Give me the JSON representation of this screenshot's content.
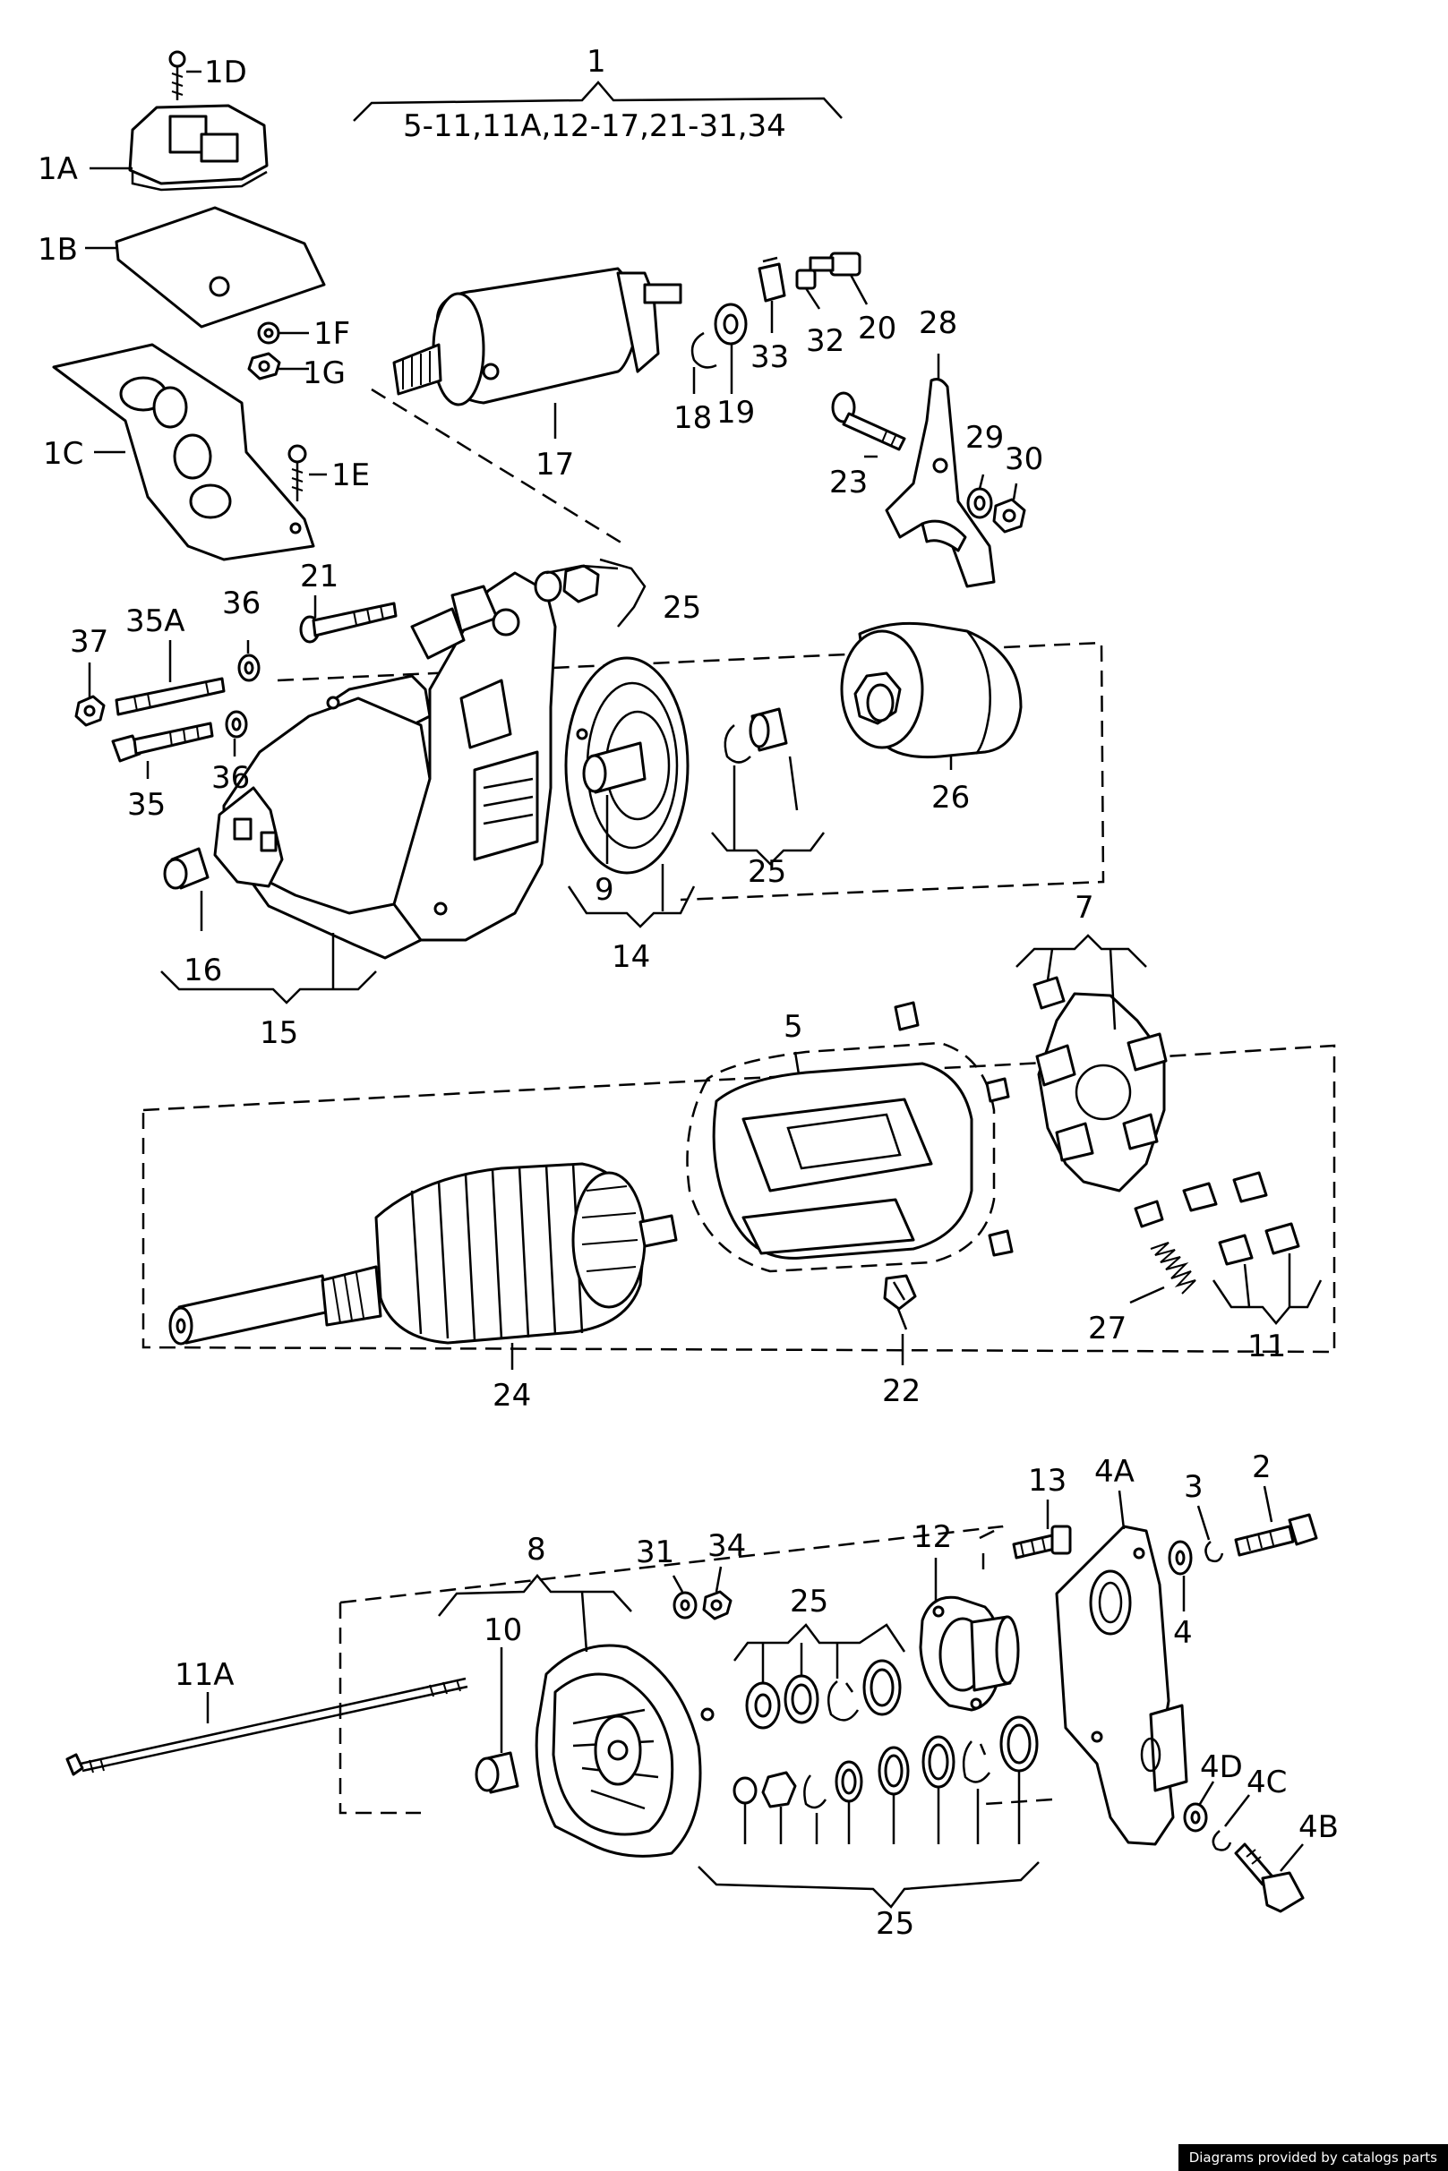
{
  "labels": {
    "l1": "1",
    "l1_group": "5-11,11A,12-17,21-31,34",
    "l1A": "1A",
    "l1B": "1B",
    "l1C": "1C",
    "l1D": "1D",
    "l1E": "1E",
    "l1F": "1F",
    "l1G": "1G",
    "l2": "2",
    "l3": "3",
    "l4": "4",
    "l4A": "4A",
    "l4B": "4B",
    "l4C": "4C",
    "l4D": "4D",
    "l5": "5",
    "l7": "7",
    "l8": "8",
    "l9": "9",
    "l10": "10",
    "l11": "11",
    "l11A": "11A",
    "l12": "12",
    "l13": "13",
    "l14": "14",
    "l15": "15",
    "l16": "16",
    "l17": "17",
    "l18": "18",
    "l19": "19",
    "l20": "20",
    "l21": "21",
    "l22": "22",
    "l23": "23",
    "l24": "24",
    "l25a": "25",
    "l25b": "25",
    "l25c": "25",
    "l25d": "25",
    "l26": "26",
    "l27": "27",
    "l28": "28",
    "l29": "29",
    "l30": "30",
    "l31": "31",
    "l32": "32",
    "l33": "33",
    "l34": "34",
    "l35": "35",
    "l35A": "35A",
    "l36a": "36",
    "l36b": "36",
    "l37": "37"
  },
  "credit": "Diagrams provided by catalogs parts"
}
